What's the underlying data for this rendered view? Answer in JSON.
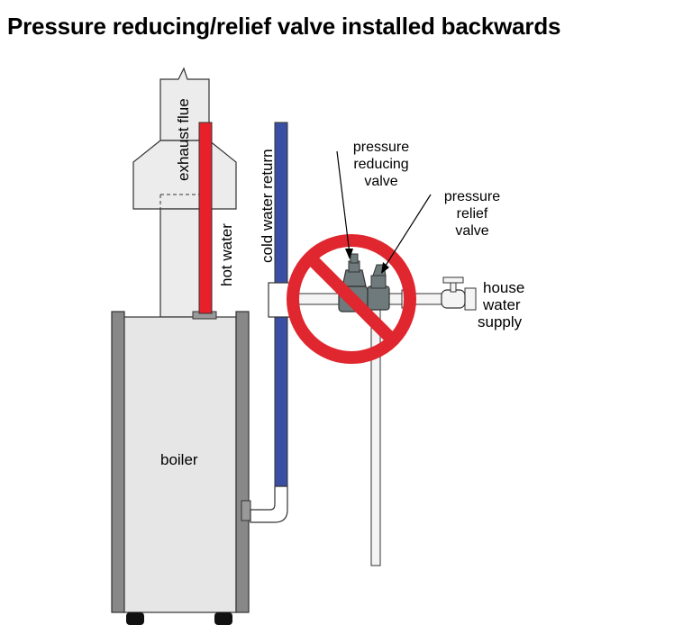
{
  "title": "Pressure reducing/relief valve installed backwards",
  "labels": {
    "exhaust_flue": "exhaust flue",
    "hot_water": "hot water",
    "cold_water_return": "cold water return",
    "pressure_reducing_valve": [
      "pressure",
      "reducing",
      "valve"
    ],
    "pressure_relief_valve": [
      "pressure",
      "relief",
      "valve"
    ],
    "house_water_supply": [
      "house",
      "water",
      "supply"
    ],
    "boiler": "boiler"
  },
  "colors": {
    "hot_water_pipe": "#e8202a",
    "cold_water_pipe": "#3a4fa3",
    "prohibition_sign": "#e0262e",
    "valve_body": "#6f7a7c",
    "boiler_body": "#e6e6e6",
    "boiler_side_panels": "#888888",
    "flue": "#ececec"
  }
}
